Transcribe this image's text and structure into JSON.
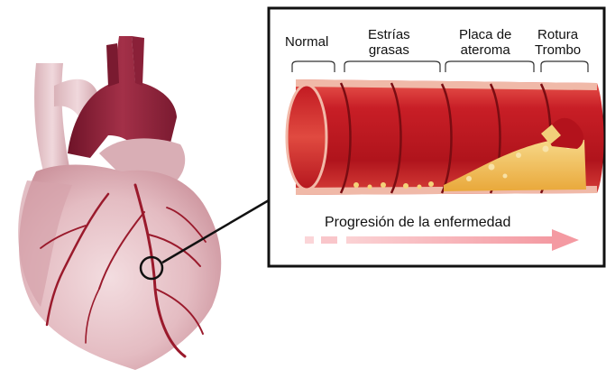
{
  "stages": [
    {
      "line1": "Normal",
      "line2": ""
    },
    {
      "line1": "Estrías",
      "line2": "grasas"
    },
    {
      "line1": "Placa de",
      "line2": "ateroma"
    },
    {
      "line1": "Rotura",
      "line2": "Trombo"
    }
  ],
  "progress_label": "Progresión de la enfermedad",
  "colors": {
    "artery_wall": "#c8202a",
    "artery_inner": "#e0483e",
    "plaque": "#f3c35a",
    "progress_arrow": "#f6a3a8",
    "heart": "#e9c3c8",
    "aorta": "#8e2038",
    "coronary": "#9a1a2c"
  }
}
